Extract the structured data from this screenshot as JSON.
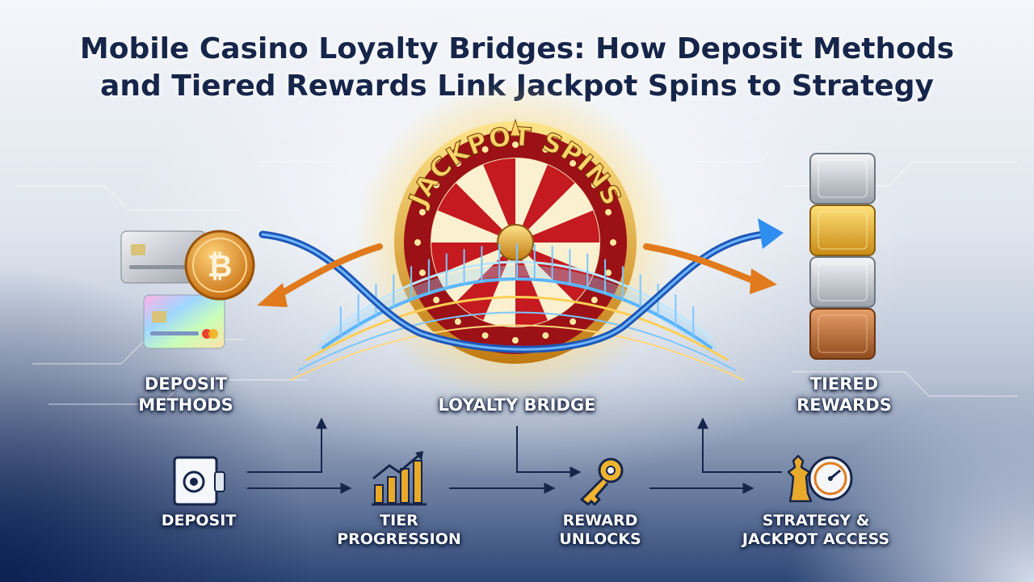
{
  "title": {
    "line1": "Mobile Casino Loyalty Bridges: How Deposit Methods",
    "line2": "and Tiered Rewards Link Jackpot Spins to Strategy"
  },
  "wheel": {
    "text": "JACKPOT SPINS"
  },
  "labels": {
    "deposit_methods": [
      "DEPOSIT",
      "METHODS"
    ],
    "loyalty_bridge": "LOYALTY BRIDGE",
    "tiered_rewards": [
      "TIERED",
      "REWARDS"
    ]
  },
  "steps": [
    {
      "lines": [
        "DEPOSIT"
      ],
      "icon": "atm-icon"
    },
    {
      "lines": [
        "TIER",
        "PROGRESSION"
      ],
      "icon": "growth-chart-icon"
    },
    {
      "lines": [
        "REWARD",
        "UNLOCKS"
      ],
      "icon": "key-icon"
    },
    {
      "lines": [
        "STRATEGY &",
        "JACKPOT ACCESS"
      ],
      "icon": "chess-gauge-icon"
    }
  ],
  "colors": {
    "navy": "#16254a",
    "gold": "#e9a92a",
    "orange": "#e07a1c",
    "blue": "#2f7fe0",
    "red": "#b5151b",
    "silver": "#c9ced6",
    "bronze": "#b5662f"
  }
}
